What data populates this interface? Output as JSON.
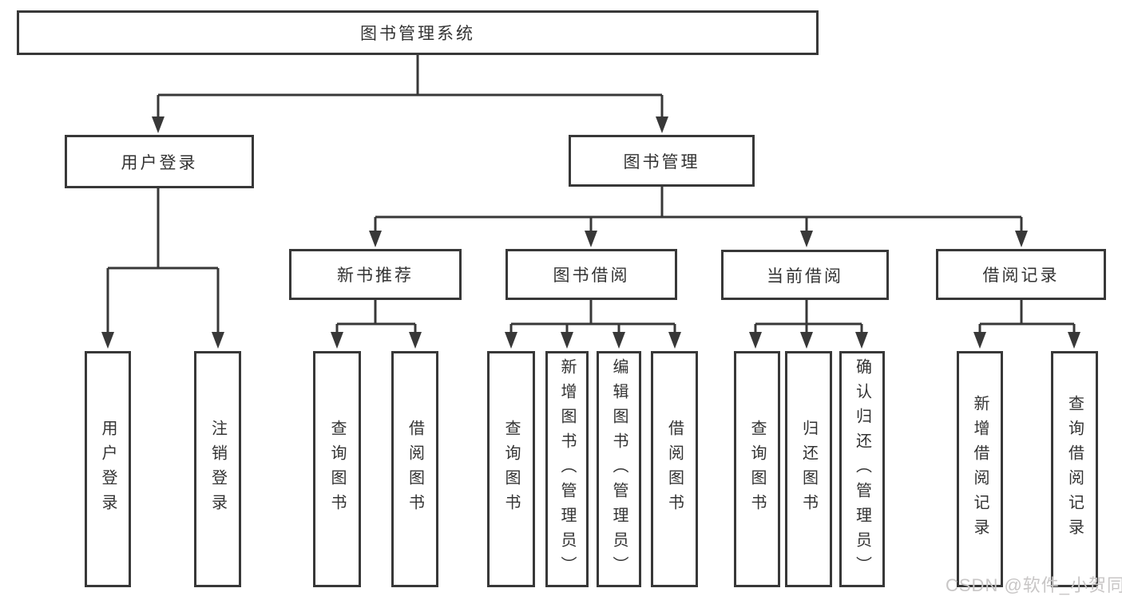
{
  "diagram_title": "图书管理系统",
  "tree": {
    "root": {
      "label": "图书管理系统"
    },
    "children": [
      {
        "label": "用户登录",
        "children": [
          {
            "label": "用户登录"
          },
          {
            "label": "注销登录"
          }
        ]
      },
      {
        "label": "图书管理",
        "children": [
          {
            "label": "新书推荐",
            "children": [
              {
                "label": "查询图书"
              },
              {
                "label": "借阅图书"
              }
            ]
          },
          {
            "label": "图书借阅",
            "children": [
              {
                "label": "查询图书"
              },
              {
                "label": "新增图书（管理员）"
              },
              {
                "label": "编辑图书（管理员）"
              },
              {
                "label": "借阅图书"
              }
            ]
          },
          {
            "label": "当前借阅",
            "children": [
              {
                "label": "查询图书"
              },
              {
                "label": "归还图书"
              },
              {
                "label": "确认归还（管理员）"
              }
            ]
          },
          {
            "label": "借阅记录",
            "children": [
              {
                "label": "新增借阅记录"
              },
              {
                "label": "查询借阅记录"
              }
            ]
          }
        ]
      }
    ]
  },
  "watermark": "CSDN @软件_小贺同学",
  "colors": {
    "line": "#383838",
    "box_border": "#383838",
    "text": "#333333",
    "background": "#ffffff",
    "watermark": "#c8c6c6"
  }
}
